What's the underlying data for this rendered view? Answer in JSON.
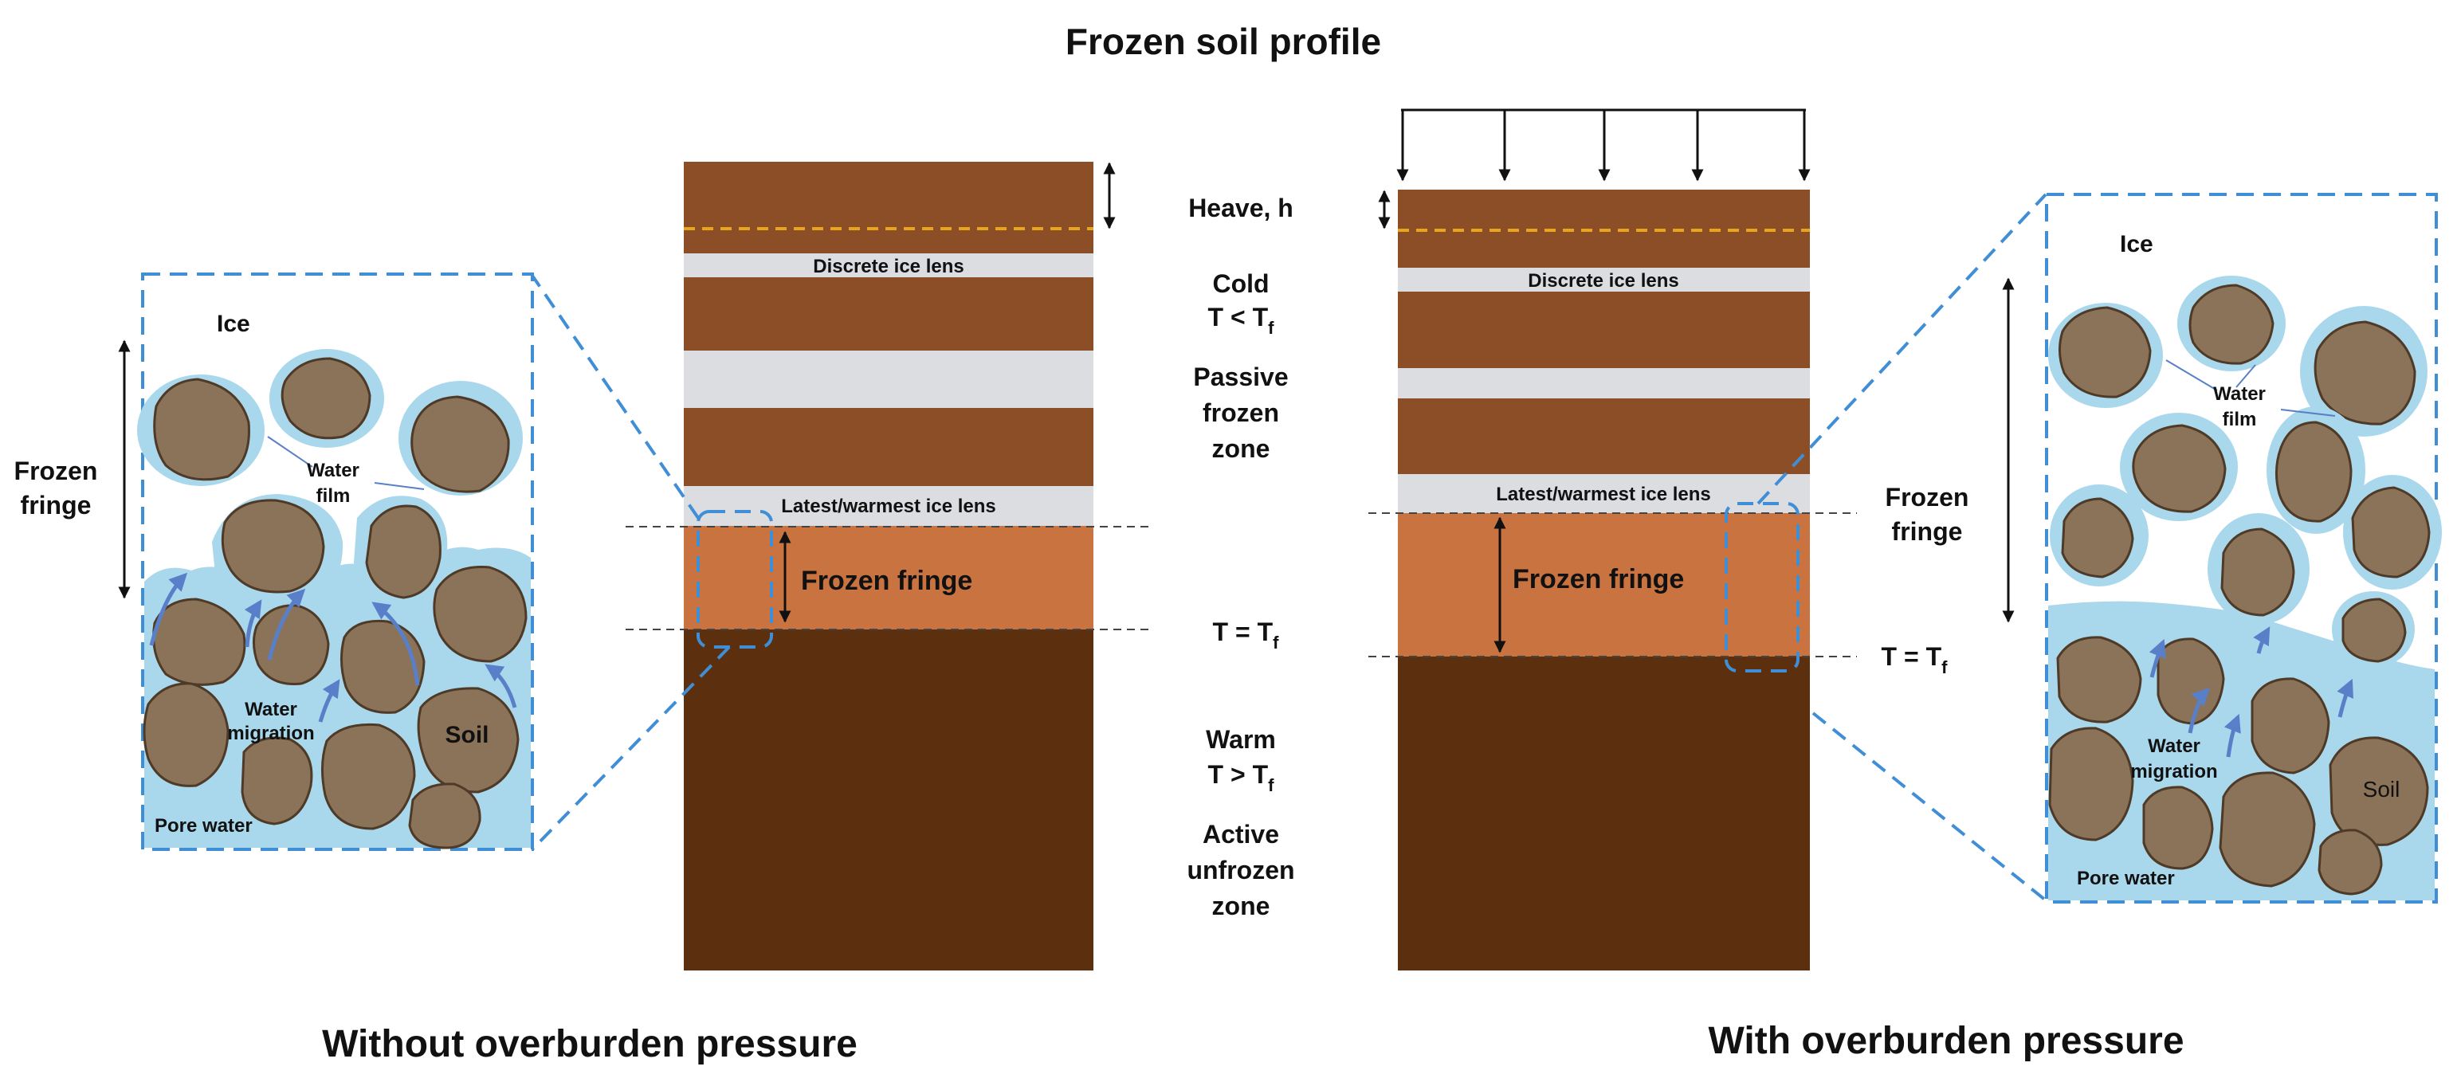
{
  "title": "Frozen soil profile",
  "colors": {
    "frozen_soil": "#8b4e26",
    "ice_lens": "#dcdde1",
    "frozen_fringe": "#c97341",
    "unfrozen_soil": "#5c300e",
    "ice_limit_line": "#e8a51c",
    "pore_water": "#a9d7ec",
    "soil_grain": "#8b7359",
    "inset_border": "#3f8ed6",
    "migration_arrow": "#5a7fc9"
  },
  "left": {
    "caption": "Without overburden pressure",
    "discrete_lens": "Discrete ice lens",
    "latest_lens": "Latest/warmest ice lens",
    "frozen_fringe": "Frozen fringe"
  },
  "right": {
    "caption": "With overburden pressure",
    "discrete_lens": "Discrete ice lens",
    "latest_lens": "Latest/warmest ice lens",
    "frozen_fringe": "Frozen fringe",
    "fringe_label_1": "Frozen",
    "fringe_label_2": "fringe",
    "temp_label": "T = T",
    "temp_sub": "f"
  },
  "middle": {
    "heave": "Heave, h",
    "cold_1": "Cold",
    "cold_2": "T < T",
    "cold_sub": "f",
    "passive_1": "Passive",
    "passive_2": "frozen",
    "passive_3": "zone",
    "temp_label": "T = T",
    "temp_sub": "f",
    "warm_1": "Warm",
    "warm_2": "T > T",
    "warm_sub": "f",
    "active_1": "Active",
    "active_2": "unfrozen",
    "active_3": "zone"
  },
  "left_inset": {
    "side_label_1": "Frozen",
    "side_label_2": "fringe",
    "ice": "Ice",
    "water_film_1": "Water",
    "water_film_2": "film",
    "water_migration_1": "Water",
    "water_migration_2": "migration",
    "soil": "Soil",
    "pore_water": "Pore water"
  },
  "right_inset": {
    "ice": "Ice",
    "water_film_1": "Water",
    "water_film_2": "film",
    "water_migration_1": "Water",
    "water_migration_2": "migration",
    "soil": "Soil",
    "pore_water": "Pore water"
  }
}
